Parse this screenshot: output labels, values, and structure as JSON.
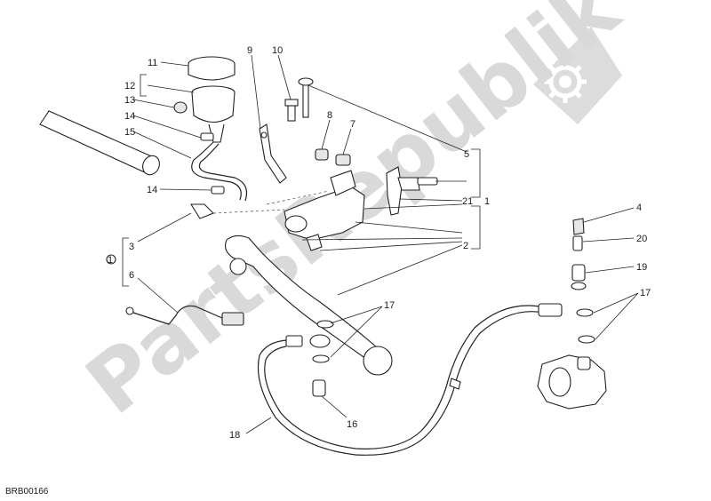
{
  "watermark": {
    "text": "PartsRepublik",
    "color": "#d9d9d9",
    "icon": "gear-icon"
  },
  "diagram_code": "BRB00166",
  "callouts": [
    "11",
    "12",
    "13",
    "14",
    "15",
    "14",
    "9",
    "10",
    "8",
    "7",
    "5",
    "21",
    "1",
    "3",
    "6",
    "2",
    "17",
    "16",
    "18",
    "4",
    "20",
    "19",
    "17"
  ],
  "colors": {
    "line": "#222222",
    "background": "#ffffff"
  }
}
